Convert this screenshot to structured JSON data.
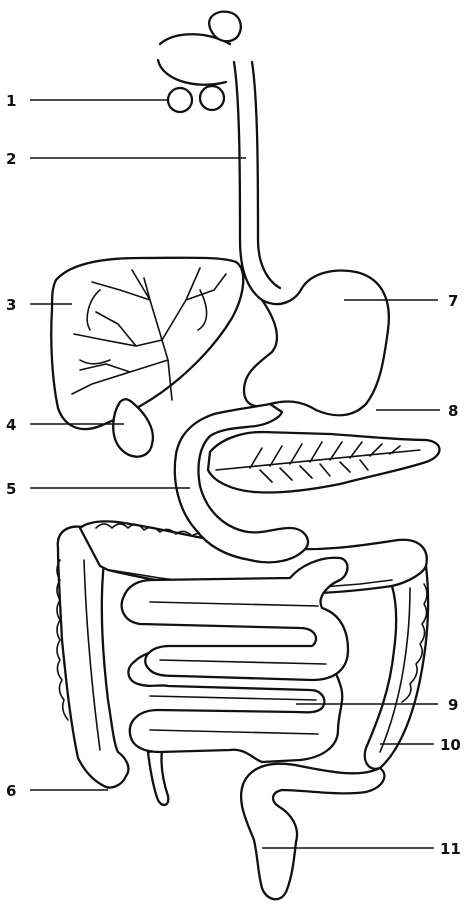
{
  "diagram": {
    "labels": [
      "1",
      "2",
      "3",
      "4",
      "5",
      "6",
      "7",
      "8",
      "9",
      "10",
      "11"
    ]
  },
  "colors": {
    "line": "#111111",
    "background": "#ffffff"
  }
}
